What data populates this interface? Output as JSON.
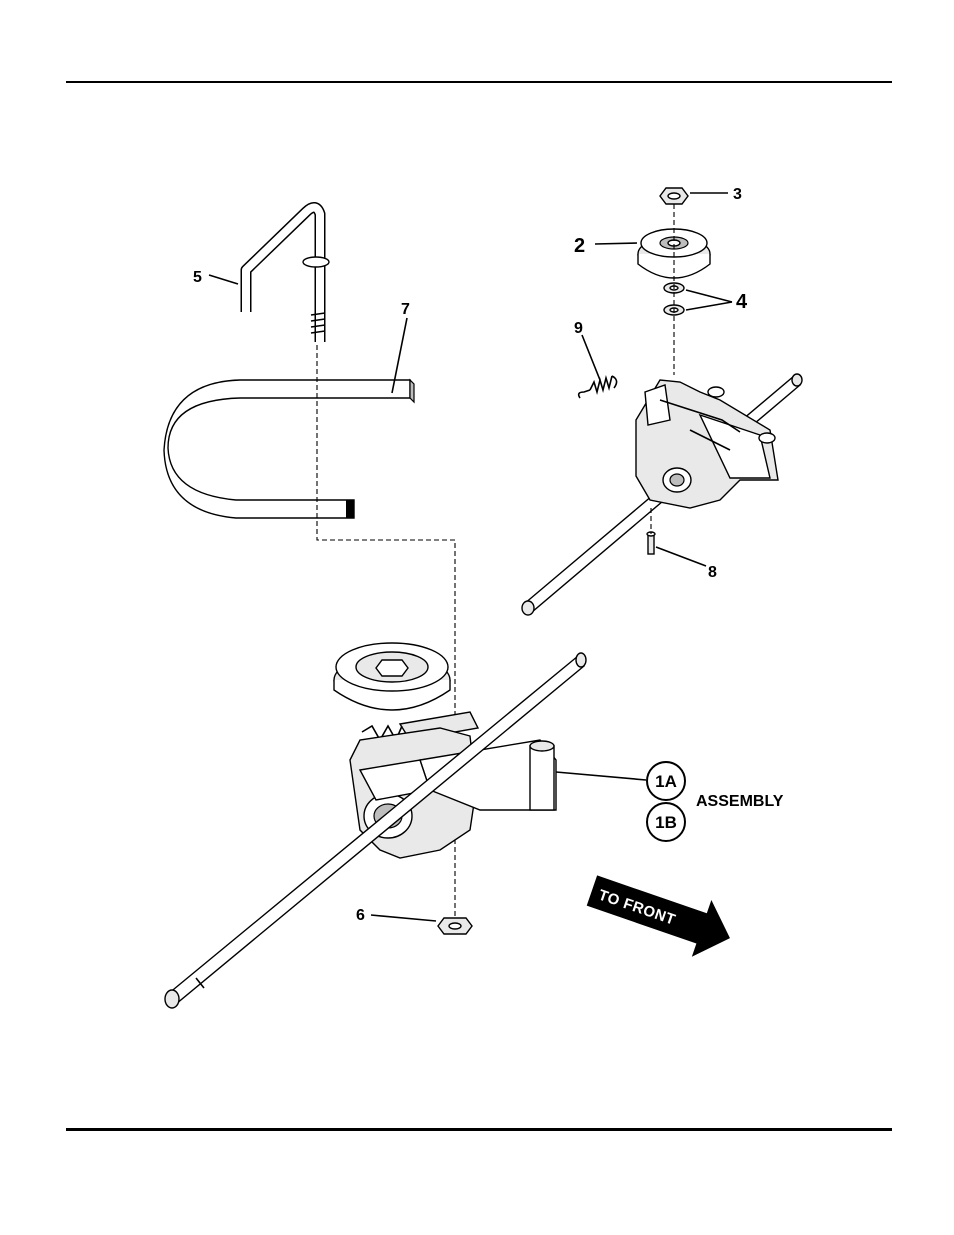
{
  "callouts": {
    "c1": "3",
    "c2": "2",
    "c3": "4",
    "c4": "5",
    "c5": "7",
    "c6": "9",
    "c7": "8",
    "c8": "6"
  },
  "assembly": {
    "badge_a": "1A",
    "badge_b": "1B",
    "label": "ASSEMBLY"
  },
  "direction": {
    "label": "TO FRONT"
  }
}
